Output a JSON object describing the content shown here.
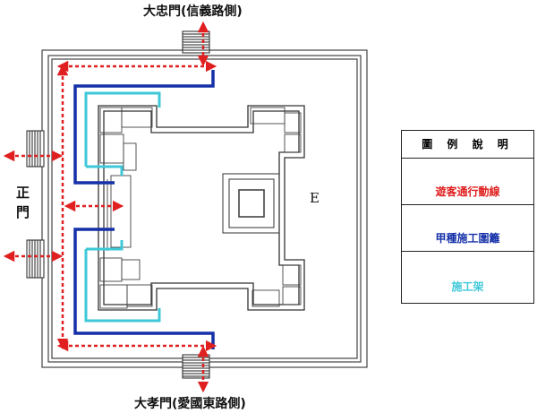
{
  "gates": {
    "north": "大忠門(信義路側)",
    "south": "大孝門(愛國東路側)",
    "main": "正門",
    "east_mark": "E"
  },
  "legend": {
    "title": "圖 例 說 明",
    "items": [
      {
        "label": "遊客通行動線",
        "color": "#e02020",
        "style": "dashed-double-arrow"
      },
      {
        "label": "甲種施工圍籬",
        "color": "#1530a8",
        "style": "solid-line"
      },
      {
        "label": "施工架",
        "color": "#3ec8d8",
        "style": "solid-line"
      }
    ]
  },
  "colors": {
    "route": "#e02020",
    "fence": "#1530a8",
    "scaffold": "#3ec8d8",
    "plan_line": "#444444"
  }
}
